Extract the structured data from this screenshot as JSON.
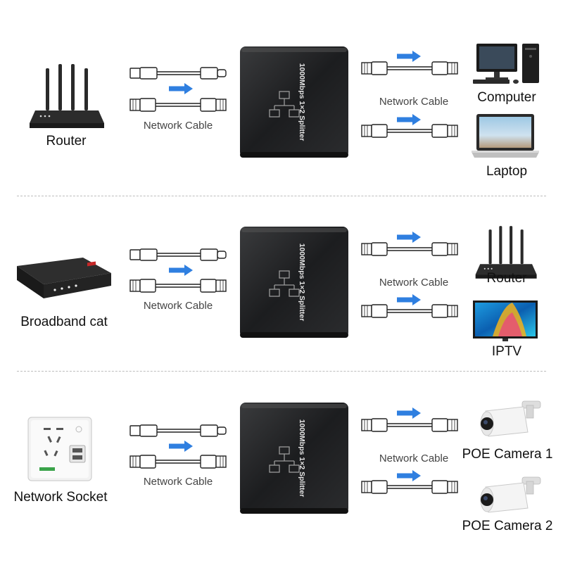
{
  "accent_color": "#2f7fe0",
  "splitter_label": "1000Mbps 1×2 Splitter",
  "cable_label": "Network Cable",
  "rows": [
    {
      "source": {
        "label": "Router",
        "icon": "router-icon"
      },
      "targets": [
        {
          "label": "Computer",
          "icon": "computer-icon"
        },
        {
          "label": "Laptop",
          "icon": "laptop-icon"
        }
      ]
    },
    {
      "source": {
        "label": "Broadband cat",
        "icon": "modem-icon"
      },
      "targets": [
        {
          "label": "Router",
          "icon": "router-icon"
        },
        {
          "label": "IPTV",
          "icon": "tv-icon"
        }
      ]
    },
    {
      "source": {
        "label": "Network Socket",
        "icon": "wall-socket-icon"
      },
      "targets": [
        {
          "label": "POE Camera 1",
          "icon": "camera-icon"
        },
        {
          "label": "POE Camera 2",
          "icon": "camera-icon"
        }
      ]
    }
  ]
}
